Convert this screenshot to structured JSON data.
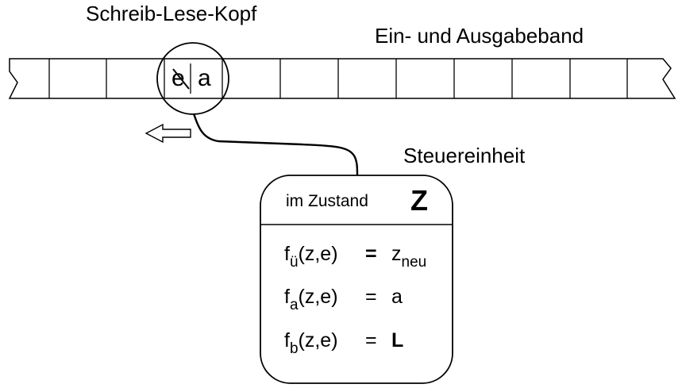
{
  "labels": {
    "head": "Schreib-Lese-Kopf",
    "tape": "Ein-  und  Ausgabeband",
    "control": "Steuereinheit"
  },
  "tape_cell": {
    "old_symbol": "e",
    "new_symbol": "a"
  },
  "control_unit": {
    "state_prefix": "im  Zustand",
    "state_symbol": "Z",
    "functions": [
      {
        "name": "f",
        "sub": "ü",
        "args": "(z,e)",
        "op": "=",
        "rhs": "z",
        "rhs_sub": "neu"
      },
      {
        "name": "f",
        "sub": "a",
        "args": "(z,e)",
        "op": "=",
        "rhs": "a",
        "rhs_sub": ""
      },
      {
        "name": "f",
        "sub": "b",
        "args": "(z,e)",
        "op": "=",
        "rhs": "L",
        "rhs_sub": ""
      }
    ]
  },
  "colors": {
    "ink": "#000000",
    "paper": "#ffffff"
  }
}
